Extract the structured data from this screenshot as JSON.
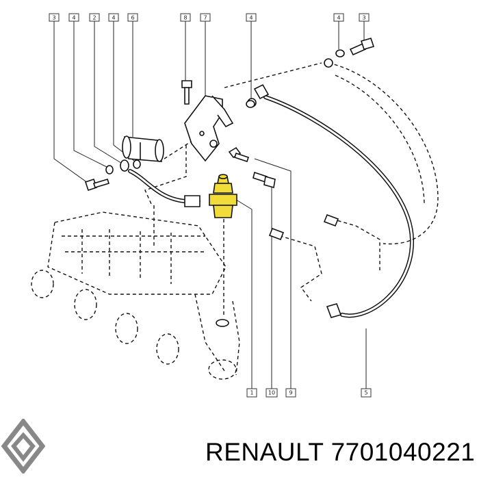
{
  "callouts": {
    "top": [
      "3",
      "4",
      "2",
      "4",
      "6",
      "8",
      "7",
      "4",
      "4",
      "3"
    ],
    "bottom": [
      "1",
      "10",
      "9",
      "5"
    ]
  },
  "footer": {
    "brand": "RENAULT",
    "part_number": "7701040221"
  },
  "logo": {
    "name": "renault-diamond-logo",
    "color": "#888888"
  }
}
